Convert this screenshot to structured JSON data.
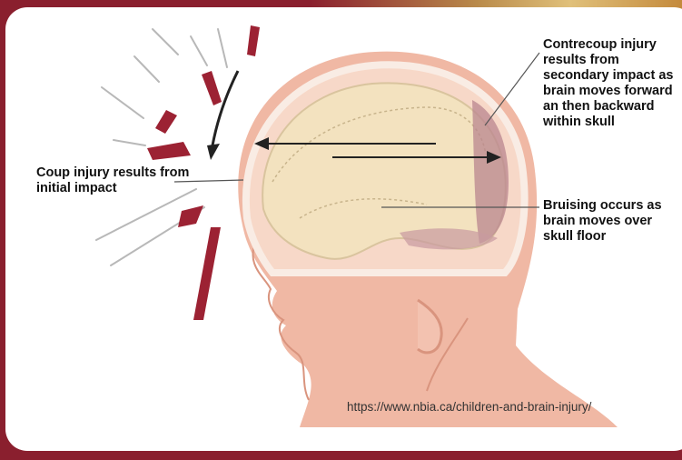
{
  "labels": {
    "coup": "Coup injury results from initial impact",
    "contrecoup": "Contrecoup injury results from secondary impact as brain moves forward an then backward within skull",
    "bruising": "Bruising occurs as brain moves over skull floor"
  },
  "source_url": "https://www.nbia.ca/children-and-brain-injury/",
  "colors": {
    "frame_border": "#8a1f2e",
    "skin": "#f0b8a4",
    "skull": "#f7d8c8",
    "brain": "#f3e2bf",
    "bruise": "#b9868f",
    "impact_shard": "#9c2233"
  }
}
